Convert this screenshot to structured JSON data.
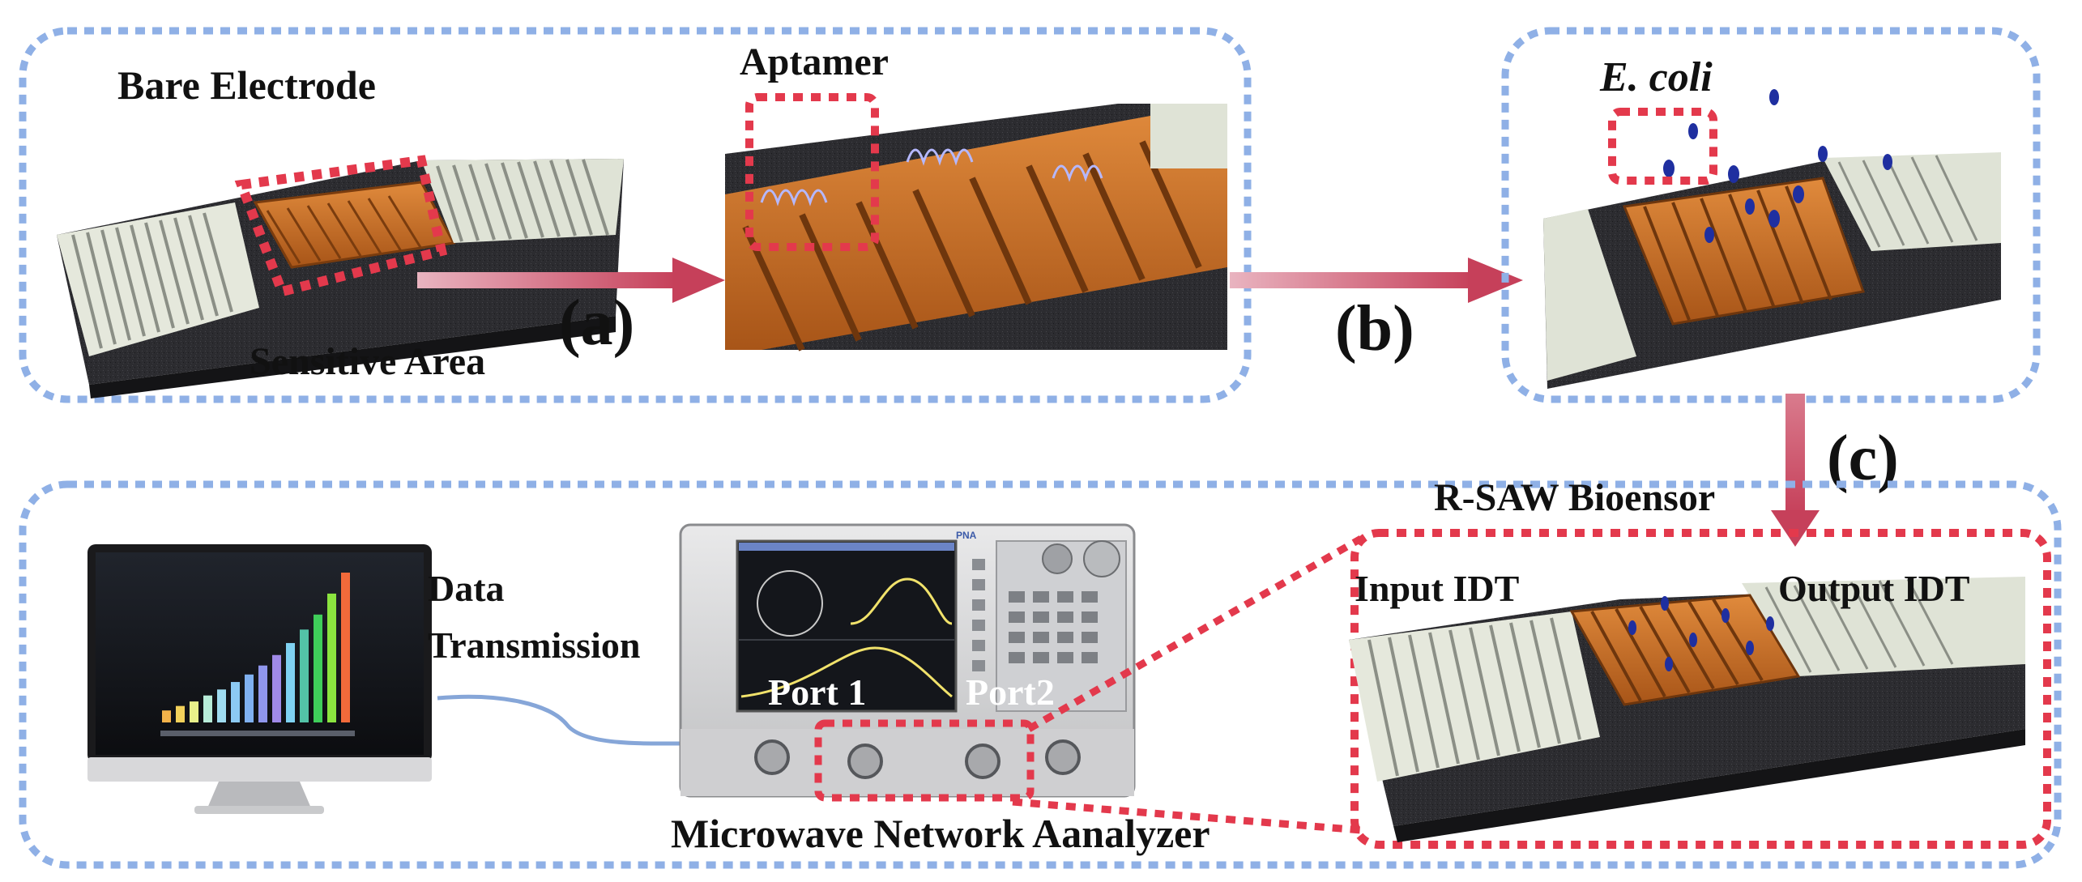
{
  "panel_top_left": {
    "bare_electrode_label": "Bare Electrode",
    "sensitive_area_label": "Sensitive Area",
    "aptamer_label": "Aptamer",
    "step_a": "(a)"
  },
  "panel_top_right": {
    "ecoli_label": "E. coli",
    "step_b": "(b)"
  },
  "step_c": "(c)",
  "panel_bottom": {
    "sensor_title": "R-SAW Bioensor",
    "input_idt_label": "Input IDT",
    "output_idt_label": "Output IDT",
    "data_transmission_line1": "Data",
    "data_transmission_line2": "Transmission",
    "port1_label": "Port 1",
    "port2_label": "Port2",
    "analyzer_label": "Microwave Network Aanalyzer",
    "vna_brand": "PNA"
  },
  "colors": {
    "blue_dotted_border": "#8fb0e6",
    "red_dotted_border": "#e3394c",
    "arrow": "#c9566b",
    "electrode_copper": "#c8702a",
    "idt_gray": "#d9ddd0",
    "substrate": "#2a2a2e",
    "bacteria": "#1f2fa0"
  },
  "monitor_bar_levels": [
    0.08,
    0.11,
    0.14,
    0.18,
    0.22,
    0.27,
    0.32,
    0.38,
    0.45,
    0.53,
    0.62,
    0.72,
    0.86,
    1.0
  ]
}
